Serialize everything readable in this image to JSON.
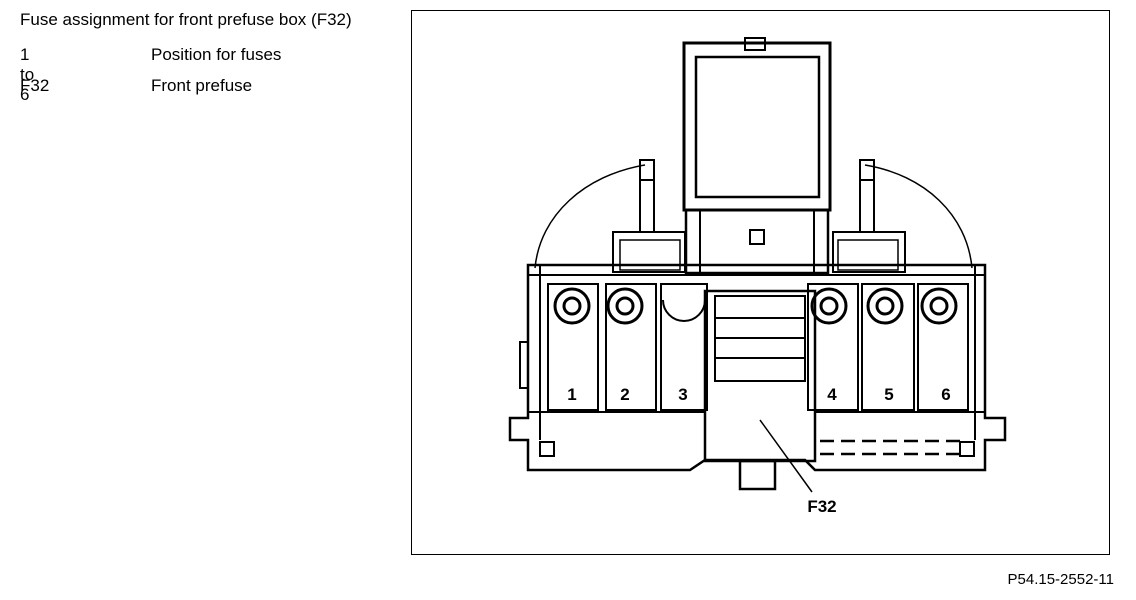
{
  "title": "Fuse assignment for front prefuse box (F32)",
  "legend": [
    {
      "key": "1 to 6",
      "value": "Position for fuses"
    },
    {
      "key": "F32",
      "value": "Front prefuse"
    }
  ],
  "diagram": {
    "fuse_labels": [
      "1",
      "2",
      "3",
      "4",
      "5",
      "6"
    ],
    "component_label": "F32"
  },
  "reference_code": "P54.15-2552-11"
}
